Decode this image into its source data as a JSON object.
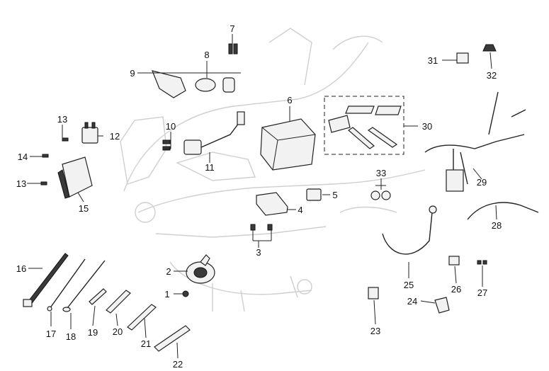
{
  "diagram": {
    "callouts": [
      "1",
      "2",
      "3",
      "4",
      "5",
      "6",
      "7",
      "8",
      "9",
      "10",
      "11",
      "12",
      "13",
      "13",
      "14",
      "15",
      "16",
      "17",
      "18",
      "19",
      "20",
      "21",
      "22",
      "23",
      "24",
      "25",
      "26",
      "27",
      "28",
      "29",
      "30",
      "31",
      "32",
      "33"
    ]
  }
}
